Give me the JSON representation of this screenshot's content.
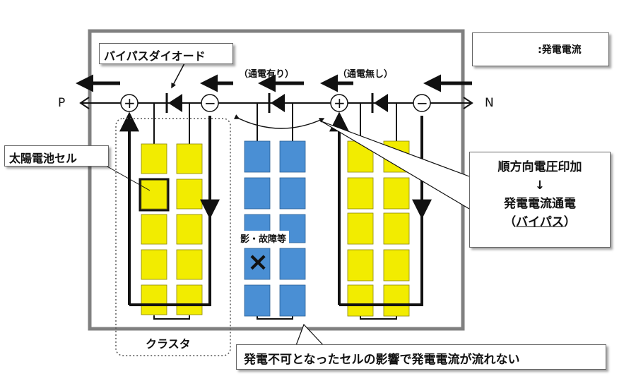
{
  "legend": {
    "text": ":発電電流"
  },
  "terminals": {
    "positive": "P",
    "negative": "N"
  },
  "labels": {
    "bypass_diode": "バイパスダイオード",
    "solar_cell": "太陽電池セル",
    "conducting": "（通電有り）",
    "not_conducting": "（通電無し）",
    "shade_fault": "影・故障等",
    "cluster": "クラスタ"
  },
  "explanation": {
    "line1": "順方向電圧印加",
    "arrow": "↓",
    "line2": "発電電流通電",
    "line3_open": "（",
    "line3_word": "バイパス",
    "line3_close": "）"
  },
  "bottom_note": "発電不可となったセルの影響で発電電流が流れない",
  "colors": {
    "cell_active": "#f2ec00",
    "cell_shaded": "#4a8fd4",
    "frame": "#808080"
  },
  "marks": {
    "plus": "+",
    "minus": "−",
    "cross": "×"
  }
}
